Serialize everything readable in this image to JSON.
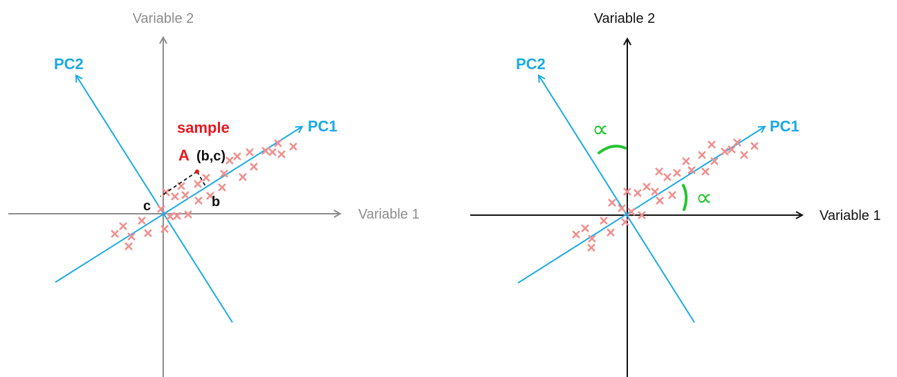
{
  "left_panel": {
    "x_axis_label": "Variable 1",
    "y_axis_label": "Variable 2",
    "pc1_label": "PC1",
    "pc2_label": "PC2",
    "sample_word": "sample",
    "sample_letter": "A",
    "sample_coords": "(b,c)",
    "proj_b": "b",
    "proj_c": "c"
  },
  "right_panel": {
    "x_axis_label": "Variable 1",
    "y_axis_label": "Variable 2",
    "pc1_label": "PC1",
    "pc2_label": "PC2",
    "angle_symbol_top": "∝",
    "angle_symbol_right": "∝"
  },
  "colors": {
    "pc_line": "#19a9e6",
    "sample_marks": "#f08f8f",
    "sample_label": "#e8171f",
    "angle": "#22c52e",
    "axis_left": "#8c8c8c",
    "axis_right": "#111111"
  }
}
